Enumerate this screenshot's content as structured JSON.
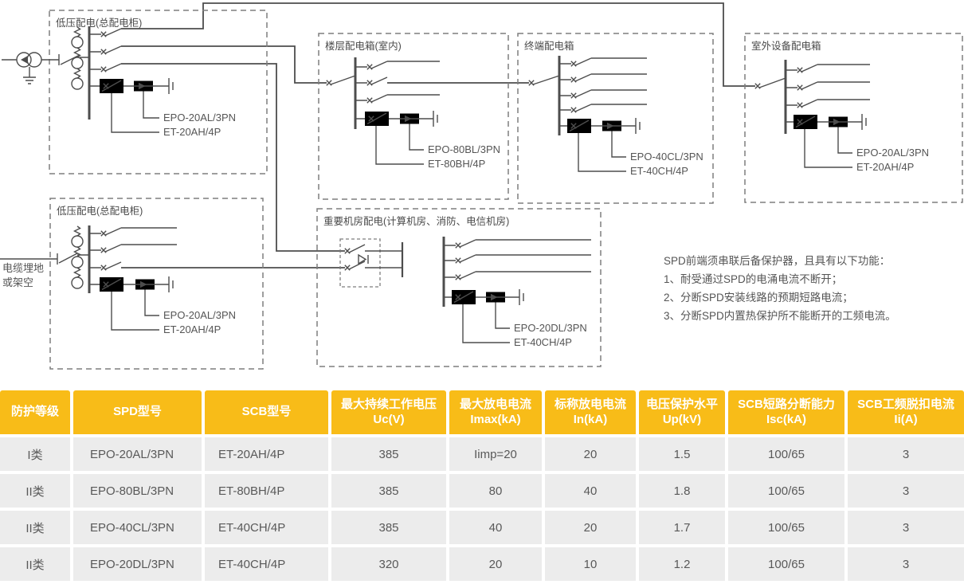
{
  "colors": {
    "header_bg": "#F8BC18",
    "header_text": "#FFFFFF",
    "row_bg": "#ECECEC",
    "body_text": "#595959",
    "line": "#4D4D4D"
  },
  "diagram": {
    "boxes": {
      "main_top": {
        "title": "低压配电(总配电柜)",
        "spd_label": "EPO-20AL/3PN",
        "scb_label": "ET-20AH/4P"
      },
      "floor": {
        "title": "楼层配电箱(室内)",
        "spd_label": "EPO-80BL/3PN",
        "scb_label": "ET-80BH/4P"
      },
      "terminal": {
        "title": "终端配电箱",
        "spd_label": "EPO-40CL/3PN",
        "scb_label": "ET-40CH/4P"
      },
      "outdoor": {
        "title": "室外设备配电箱",
        "spd_label": "EPO-20AL/3PN",
        "scb_label": "ET-20AH/4P"
      },
      "main_bottom": {
        "title": "低压配电(总配电柜)",
        "spd_label": "EPO-20AL/3PN",
        "scb_label": "ET-20AH/4P"
      },
      "server_room": {
        "title": "重要机房配电(计算机房、消防、电信机房)",
        "spd_label": "EPO-20DL/3PN",
        "scb_label": "ET-40CH/4P"
      }
    },
    "incoming": {
      "line1": "电缆埋地",
      "line2": "或架空"
    },
    "notes": [
      "SPD前端须串联后备保护器，且具有以下功能：",
      "1、耐受通过SPD的电涌电流不断开；",
      "2、分断SPD安装线路的预期短路电流；",
      "3、分断SPD内置热保护所不能断开的工频电流。"
    ]
  },
  "table": {
    "headers": [
      "防护等级",
      "SPD型号",
      "SCB型号",
      "最大持续工作电压\nUc(V)",
      "最大放电电流\nImax(kA)",
      "标称放电电流\nIn(kA)",
      "电压保护水平\nUp(kV)",
      "SCB短路分断能力\nIsc(kA)",
      "SCB工频脱扣电流\nIi(A)"
    ],
    "rows": [
      [
        "I类",
        "EPO-20AL/3PN",
        "ET-20AH/4P",
        "385",
        "Iimp=20",
        "20",
        "1.5",
        "100/65",
        "3"
      ],
      [
        "II类",
        "EPO-80BL/3PN",
        "ET-80BH/4P",
        "385",
        "80",
        "40",
        "1.8",
        "100/65",
        "3"
      ],
      [
        "II类",
        "EPO-40CL/3PN",
        "ET-40CH/4P",
        "385",
        "40",
        "20",
        "1.7",
        "100/65",
        "3"
      ],
      [
        "II类",
        "EPO-20DL/3PN",
        "ET-40CH/4P",
        "320",
        "20",
        "10",
        "1.2",
        "100/65",
        "3"
      ]
    ]
  }
}
